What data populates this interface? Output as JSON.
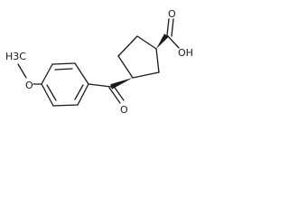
{
  "molecule": {
    "atoms": {
      "oh": "OH",
      "carbonyl_o": "O",
      "acid_o": "O",
      "methoxy_o": "O",
      "methyl": "H3C"
    }
  }
}
